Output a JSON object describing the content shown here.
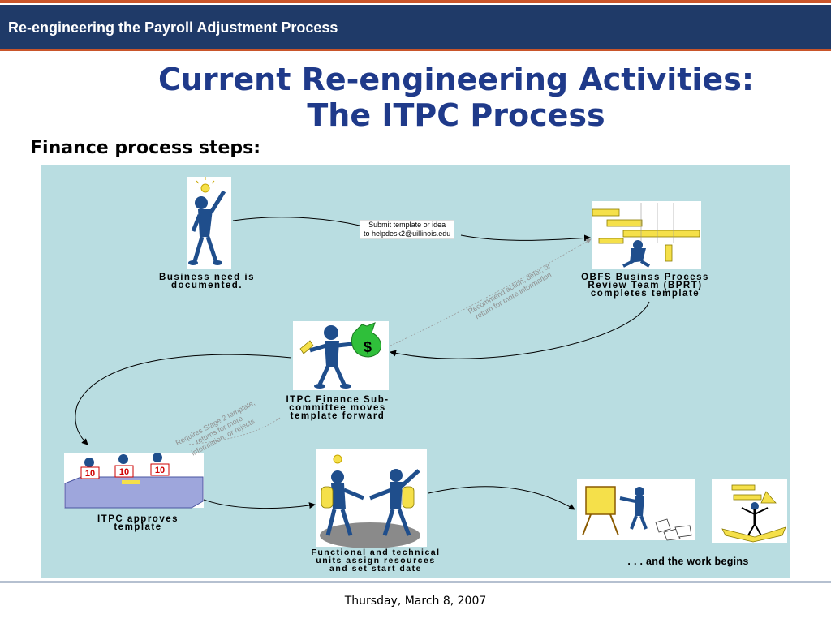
{
  "header": {
    "title": "Re-engineering the Payroll Adjustment Process"
  },
  "slide": {
    "title_line1": "Current Re-engineering Activities:",
    "title_line2": "The ITPC Process",
    "subtitle": "Finance process steps:"
  },
  "diagram": {
    "step_business": "Business need is\ndocumented.",
    "step_obfs": "OBFS Businss Process\nReview Team (BPRT)\ncompletes template",
    "step_itpc_finance": "ITPC Finance Sub-\ncommittee moves\ntemplate forward",
    "step_itpc_approves": "ITPC approves\ntemplate",
    "step_functional": "Functional and technical\nunits assign resources\nand set start date",
    "step_work": ". . . and the work begins",
    "note_submit": "Submit  template or idea\nto helpdesk2@uillinois.edu",
    "note_recommend": "Recommend action, defer, or\nreturn for more information",
    "note_requires": "Requires Stage 2 template,\nreturns for more\ninformation, or rejects",
    "money_symbol": "$",
    "badge_value": "10"
  },
  "footer": {
    "date": "Thursday, March 8, 2007"
  },
  "colors": {
    "header_bg": "#1f3a68",
    "accent": "#c9552a",
    "title": "#1f3a8a",
    "panel": "#b9dde1",
    "figure": "#1f4e8c"
  }
}
